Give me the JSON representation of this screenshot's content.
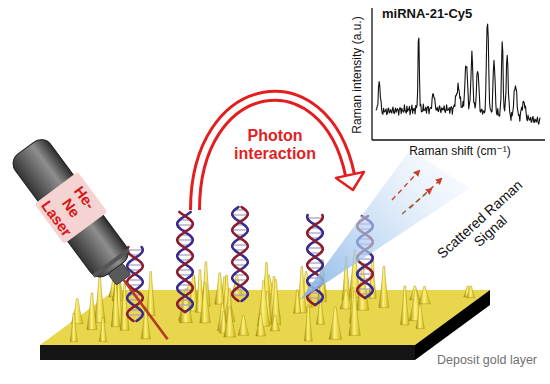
{
  "diagram": {
    "nodes": [
      {
        "text": [
          "He-Ne Laser"
        ]
      }
    ],
    "labels": [
      "miRNA-21-Cy5",
      "Raman intensity (a.u.)",
      "Raman shift (cm⁻¹)",
      "Photon interaction",
      "Scattered Raman Signal",
      "Deposit gold layer"
    ]
  }
}
